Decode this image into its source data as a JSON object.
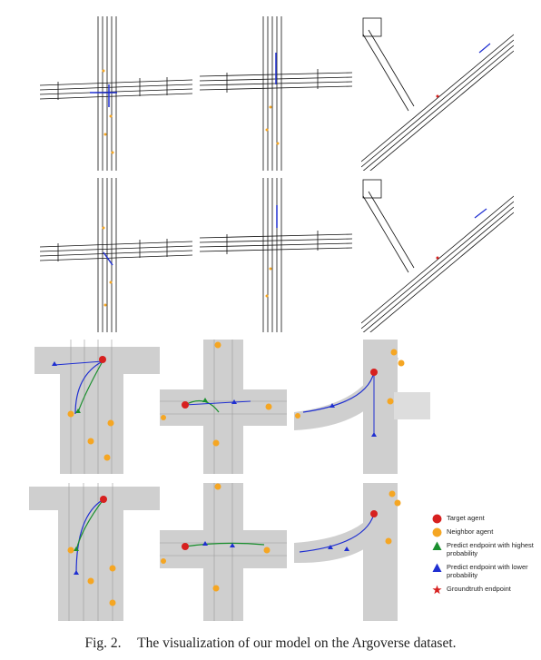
{
  "figure": {
    "label": "Fig. 2.",
    "caption": "The visualization of our model on the Argoverse dataset."
  },
  "legend": [
    {
      "marker": "red-circle",
      "color": "#d7201f",
      "label": "Target agent"
    },
    {
      "marker": "orange-circle",
      "color": "#f5a623",
      "label": "Neighbor agent"
    },
    {
      "marker": "green-triangle",
      "color": "#1a8f2e",
      "label": "Predict endpoint with highest probability"
    },
    {
      "marker": "blue-triangle",
      "color": "#1f2fd1",
      "label": "Predict endpoint with lower probability"
    },
    {
      "marker": "red-star",
      "color": "#d7201f",
      "label": "Groundtruth endpoint"
    }
  ],
  "colors": {
    "lane_line": "#111111",
    "drivable_area": "#cfcfcf",
    "target": "#d7201f",
    "neighbor": "#f5a623",
    "best_pred": "#1a8f2e",
    "other_pred": "#1f2fd1"
  }
}
